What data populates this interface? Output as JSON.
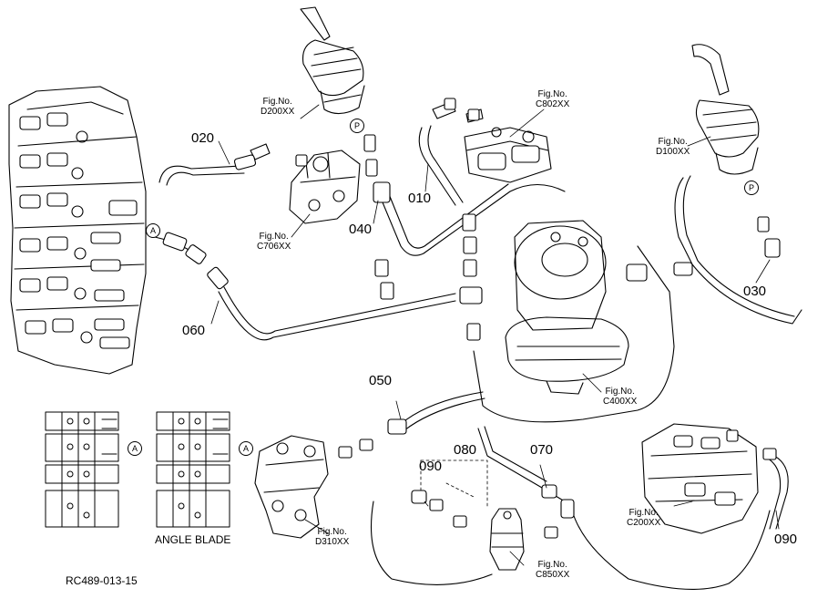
{
  "part_numbers": {
    "p010": "010",
    "p020": "020",
    "p030": "030",
    "p040": "040",
    "p050": "050",
    "p060": "060",
    "p070": "070",
    "p080": "080",
    "p090_left": "090",
    "p090_right": "090"
  },
  "figure_refs": {
    "d200": {
      "line1": "Fig.No.",
      "line2": "D200XX"
    },
    "c802": {
      "line1": "Fig.No.",
      "line2": "C802XX"
    },
    "d100": {
      "line1": "Fig.No.",
      "line2": "D100XX"
    },
    "c706": {
      "line1": "Fig.No.",
      "line2": "C706XX"
    },
    "c400": {
      "line1": "Fig.No.",
      "line2": "C400XX"
    },
    "d310": {
      "line1": "Fig.No.",
      "line2": "D310XX"
    },
    "c200": {
      "line1": "Fig.No.",
      "line2": "C200XX"
    },
    "c850": {
      "line1": "Fig.No.",
      "line2": "C850XX"
    }
  },
  "markers": {
    "port_p": "P",
    "detail_a": "A"
  },
  "captions": {
    "angle_blade": "ANGLE BLADE",
    "drawing_code": "RC489-013-15"
  }
}
